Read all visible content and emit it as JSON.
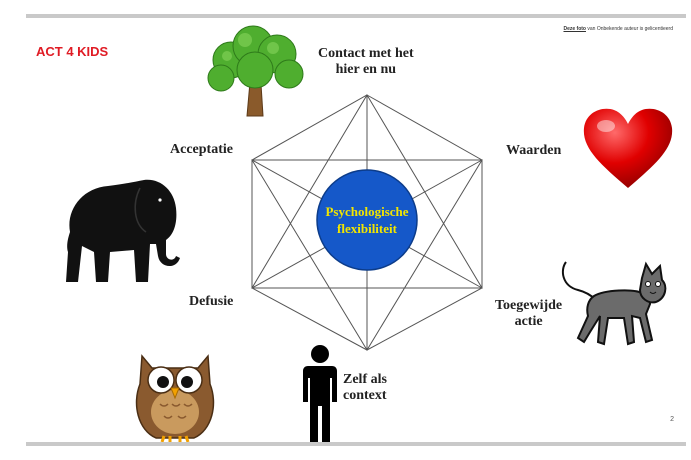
{
  "brand": "ACT 4 KIDS",
  "credit": {
    "link_text": "Deze foto",
    "rest_text": "van Onbekende auteur is gelicentieerd"
  },
  "center": {
    "line1": "Psychologische",
    "line2": "flexibiliteit",
    "fill": "#1558c9",
    "text_color": "#f2e600"
  },
  "labels": {
    "contact": {
      "line1": "Contact met het",
      "line2": "hier en nu"
    },
    "acceptatie": "Acceptatie",
    "waarden": "Waarden",
    "defusie": "Defusie",
    "toegewijde": {
      "line1": "Toegewijde",
      "line2": "actie"
    },
    "zelf": {
      "line1": "Zelf als",
      "line2": "context"
    }
  },
  "page_number": "2",
  "icons": {
    "tree": "tree-icon",
    "heart": "heart-icon",
    "elephant": "elephant-icon",
    "cat": "cat-icon",
    "owl": "owl-icon",
    "person": "person-icon"
  },
  "colors": {
    "brand": "#e01b24",
    "heart": "#d90000",
    "tree_leaves": "#4fae2f"
  }
}
